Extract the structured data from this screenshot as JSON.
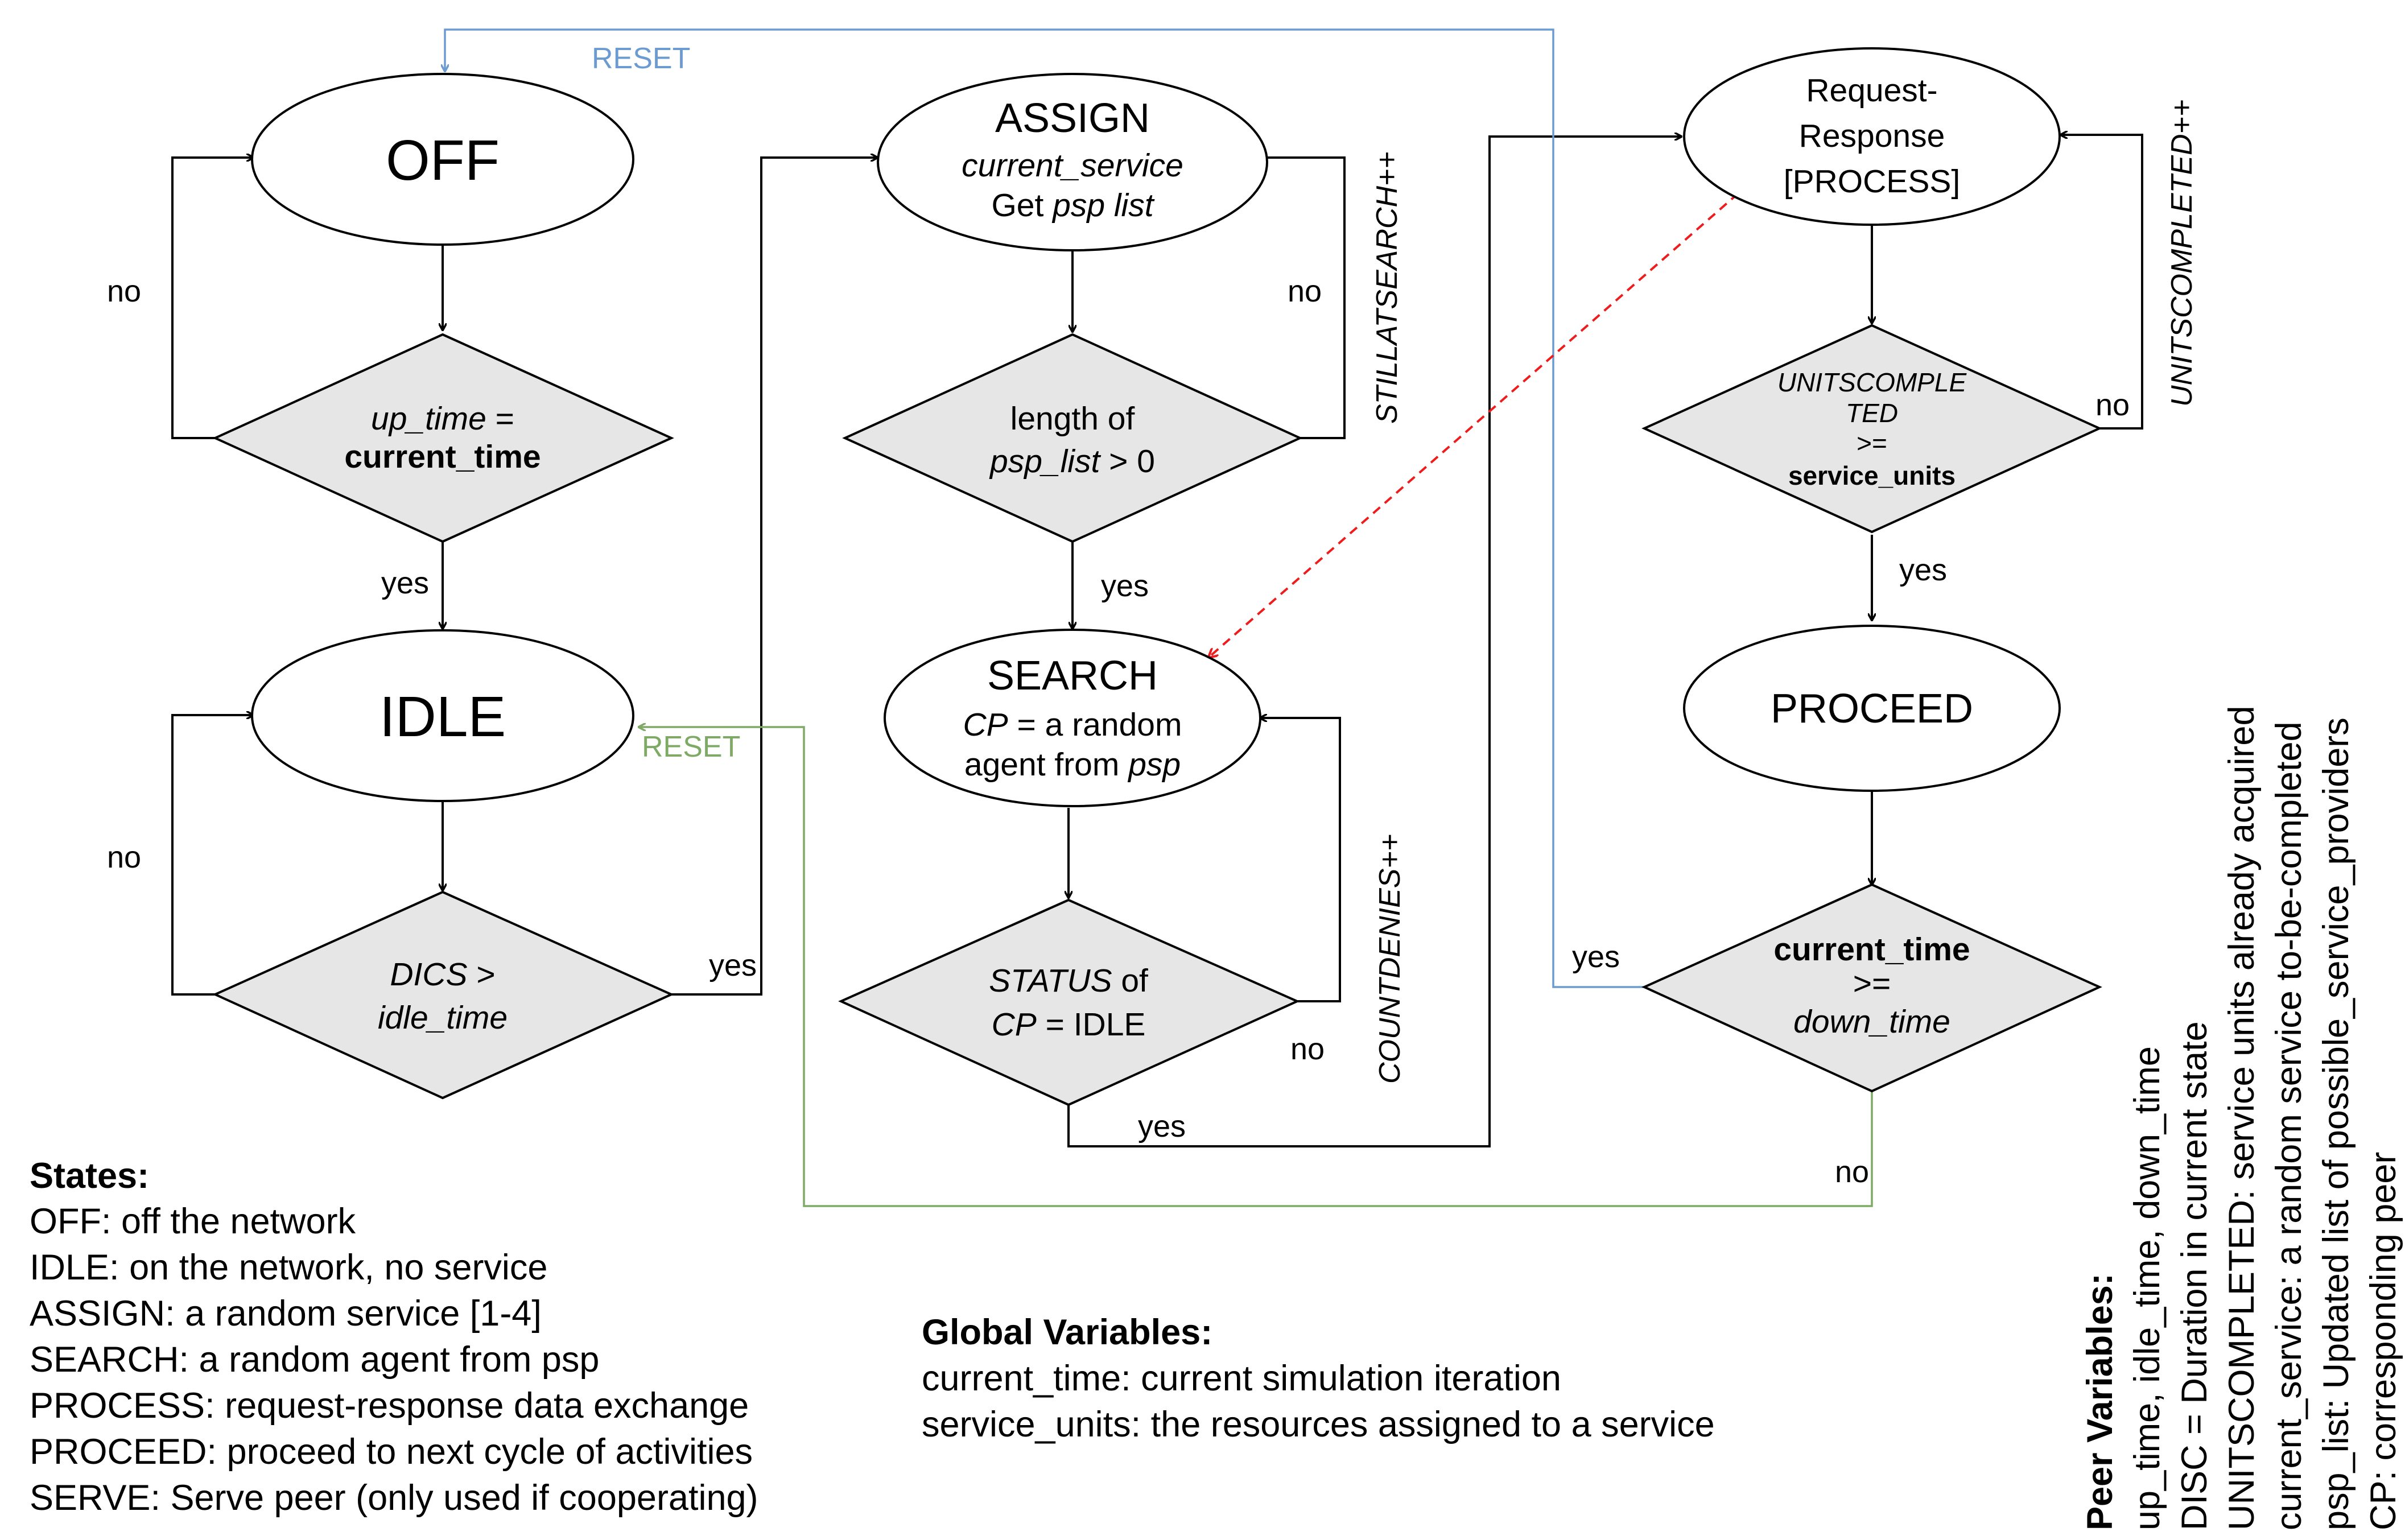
{
  "states": {
    "off": "OFF",
    "idle": "IDLE",
    "assign": {
      "title": "ASSIGN",
      "line1": "current_service",
      "line2_pre": "Get ",
      "line2_em": "psp list"
    },
    "search": {
      "title": "SEARCH",
      "l1_em": "CP",
      "l1_rest": " = a random",
      "l2_pre": "agent from ",
      "l2_em": "psp"
    },
    "request": {
      "l1": "Request-",
      "l2": "Response",
      "l3": "[PROCESS]"
    },
    "proceed": "PROCEED"
  },
  "decisions": {
    "uptime": {
      "l1_em": "up_time",
      "l1_rest": " =",
      "l2_bold": "current_time"
    },
    "dics": {
      "l1_em": "DICS",
      "l1_rest": " >",
      "l2_em": "idle_time"
    },
    "psp_length": {
      "l1": "length of",
      "l2_em": "psp_list",
      "l2_rest": " > 0"
    },
    "status": {
      "l1_em": "STATUS",
      "l1_rest": " of",
      "l2_em": "CP",
      "l2_rest": " = IDLE"
    },
    "units": {
      "l1": "UNITSCOMPLE",
      "l2": "TED",
      "l3": ">=",
      "l4": "service_units"
    },
    "downtime": {
      "l1": "current_time",
      "l2": ">=",
      "l3": "down_time"
    }
  },
  "edge_labels": {
    "off_no": "no",
    "off_yes": "yes",
    "idle_no": "no",
    "idle_yes": "yes",
    "assign_no": "no",
    "assign_yes": "yes",
    "search_no": "no",
    "search_yes": "yes",
    "units_no": "no",
    "units_yes": "yes",
    "down_yes": "yes",
    "down_no": "no",
    "stillatsearch": "STILLATSEARCH++",
    "countdenies": "COUNTDENIES++",
    "unitscompleted": "UNITSCOMPLETED++",
    "reset_blue": "RESET",
    "reset_green": "RESET"
  },
  "legend_states": {
    "heading": "States:",
    "items": [
      "OFF: off the network",
      "IDLE: on the network, no service",
      "ASSIGN: a random service [1-4]",
      "SEARCH: a random agent from psp",
      "PROCESS: request-response data exchange",
      "PROCEED: proceed to next cycle of activities",
      "SERVE: Serve peer (only used if cooperating)"
    ]
  },
  "legend_global": {
    "heading": "Global Variables:",
    "items": [
      "current_time: current simulation iteration",
      "service_units: the resources assigned to a service"
    ]
  },
  "legend_peer": {
    "heading": "Peer Variables:",
    "items": [
      "up_time, idle_time, down_time",
      "DISC = Duration in current state",
      "UNITSCOMPLETED: service units already acquired",
      "current_service: a random service to-be-completed",
      "psp_list: Updated list of possible_service_providers",
      "CP: corresponding peer"
    ]
  },
  "colors": {
    "diamond_fill": "#e6e6e6",
    "reset_blue": "#6b9bd1",
    "reset_green": "#7faa66",
    "dashed_red": "#ee1c1c"
  }
}
